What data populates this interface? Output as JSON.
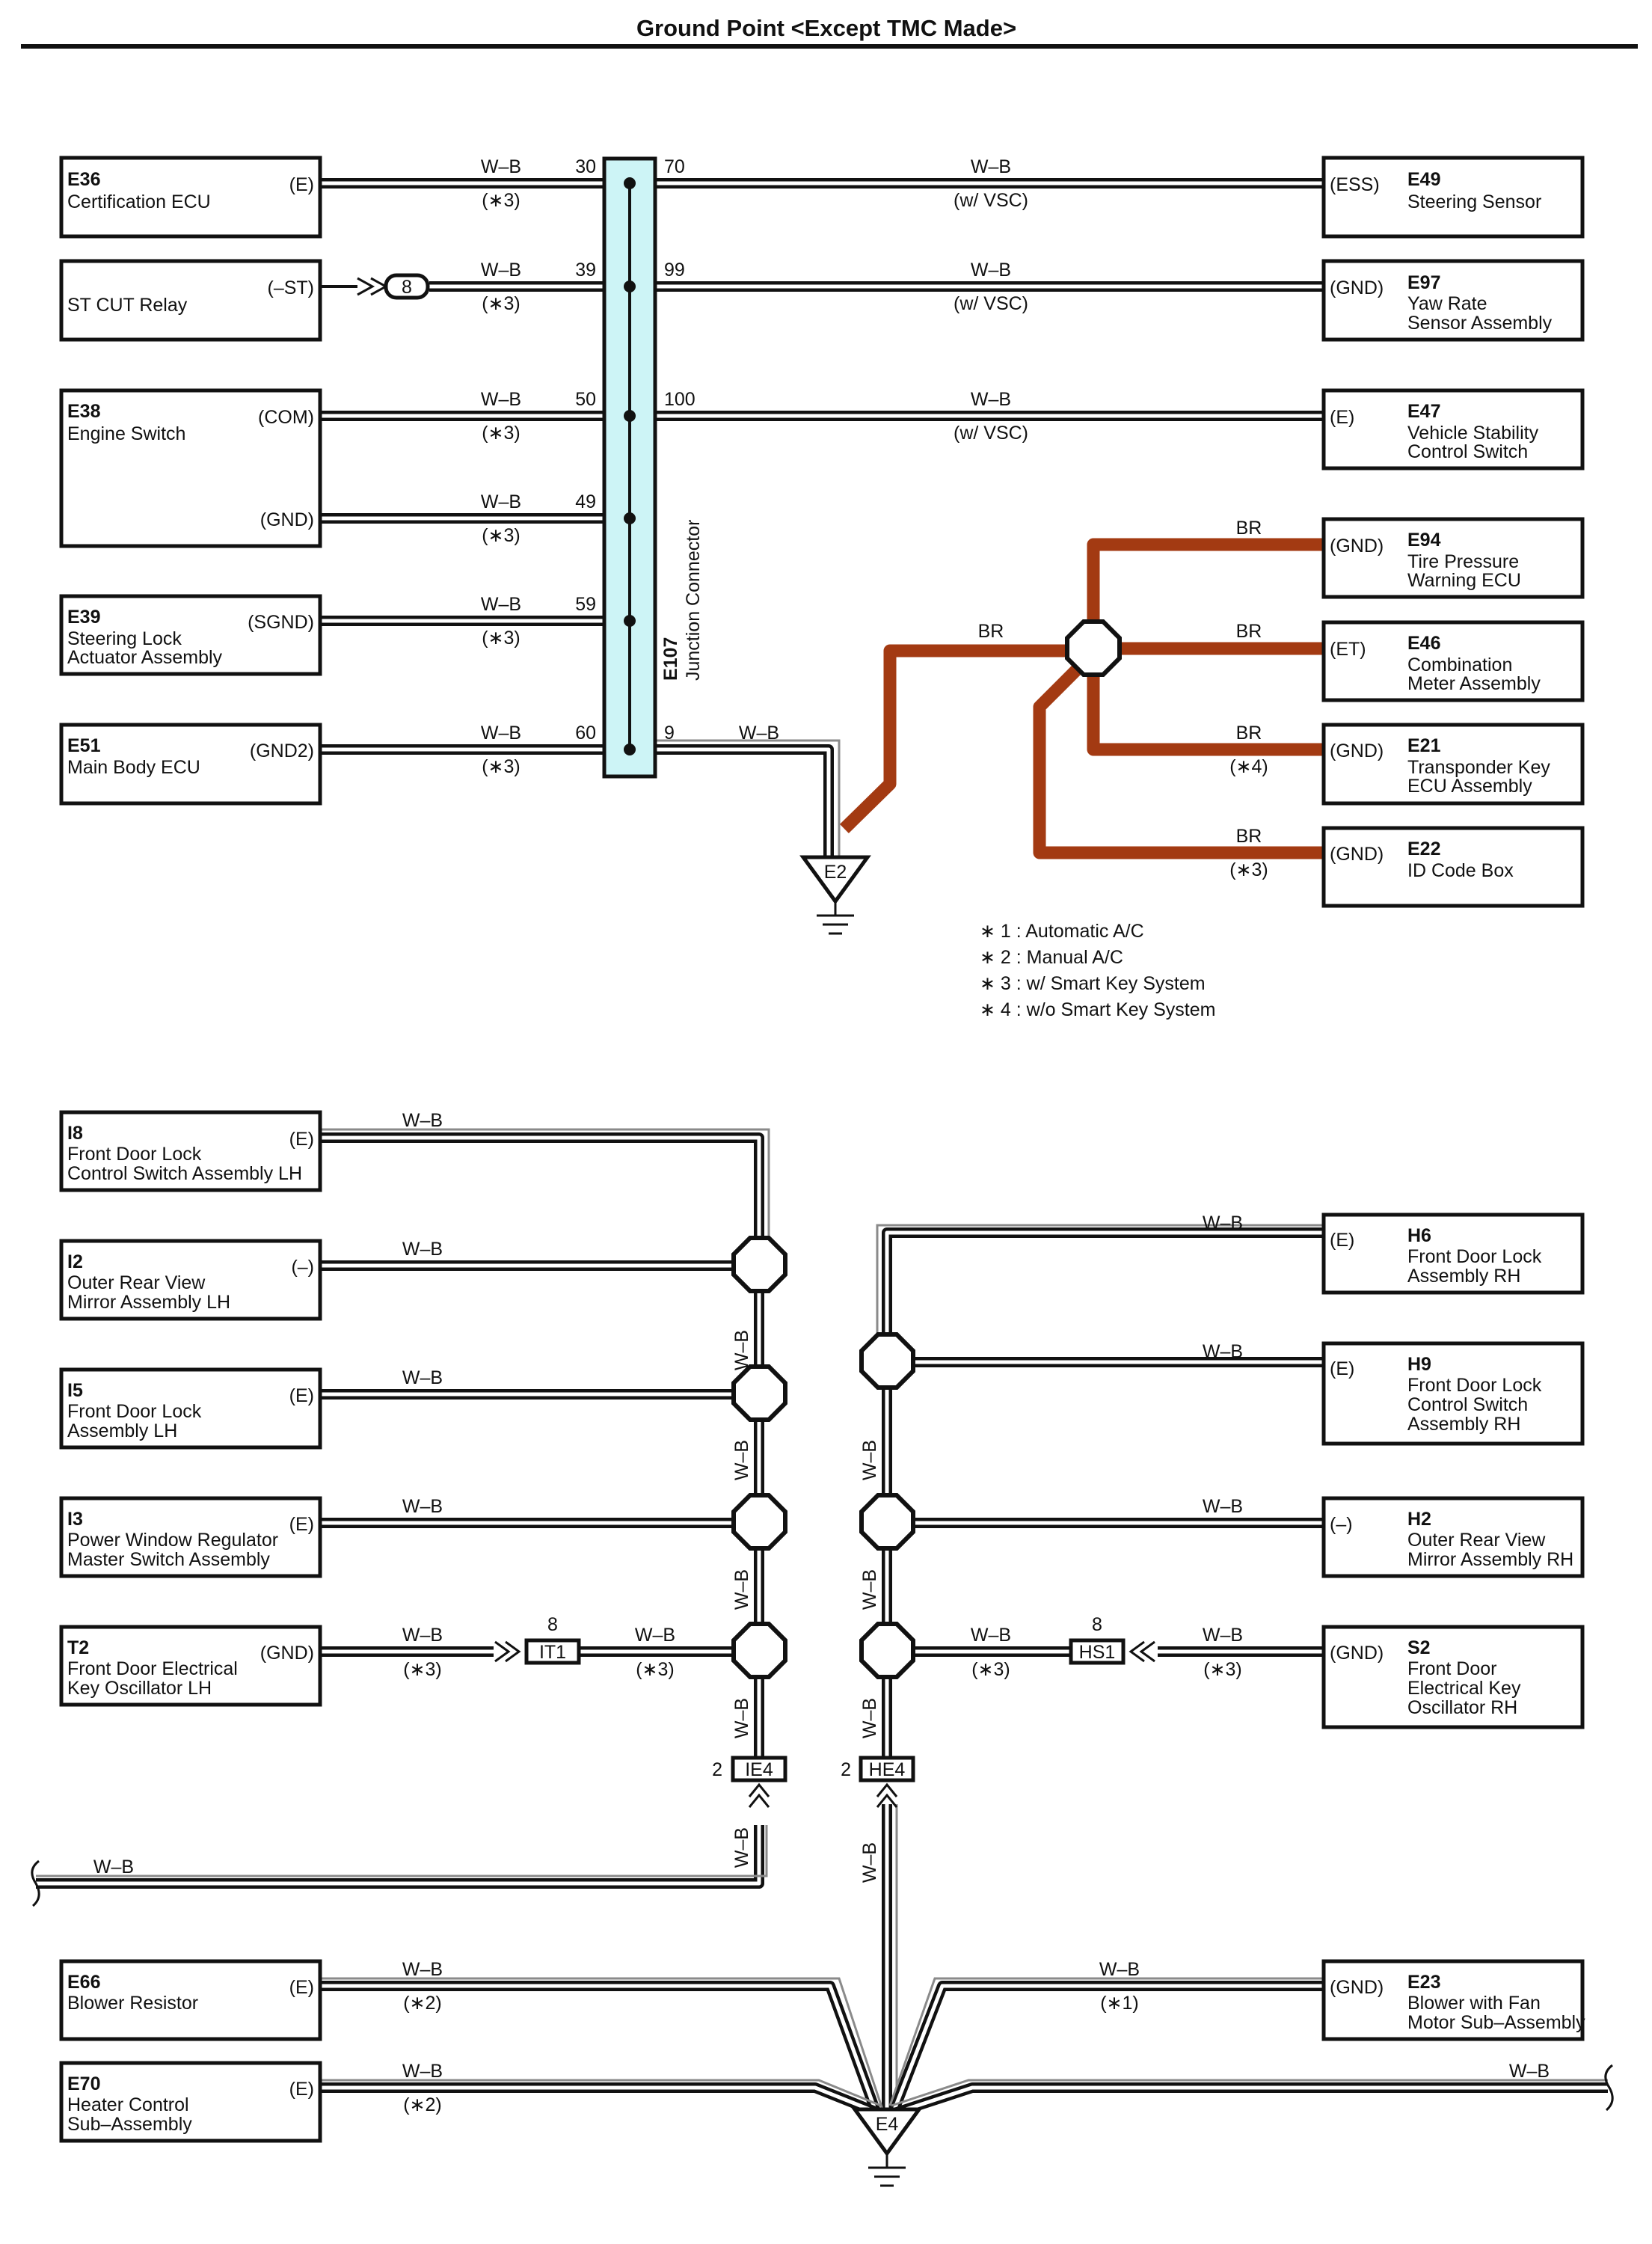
{
  "title": "Ground Point <Except TMC Made>",
  "wire_color_wb": "W–B",
  "wire_color_br": "BR",
  "colors": {
    "br_wire": "#a33a12",
    "junction_fill": "#cdf4f6",
    "ink": "#111111"
  },
  "junction_connector": {
    "code": "E107",
    "name": "Junction Connector"
  },
  "top_left_components": [
    {
      "code": "E36",
      "name": [
        "Certification ECU"
      ],
      "terminal": "(E)",
      "pin": "30",
      "note": "(∗3)"
    },
    {
      "code": "",
      "name": [
        "ST CUT Relay"
      ],
      "terminal": "(–ST)",
      "pin": "39",
      "note": "(∗3)",
      "connector": "8"
    },
    {
      "code": "E38",
      "name": [
        "Engine Switch"
      ],
      "terminal": "(COM)",
      "pin": "50",
      "note": "(∗3)"
    },
    {
      "code": "",
      "name": [],
      "terminal": "(GND)",
      "pin": "49",
      "note": "(∗3)"
    },
    {
      "code": "E39",
      "name": [
        "Steering Lock",
        "Actuator Assembly"
      ],
      "terminal": "(SGND)",
      "pin": "59",
      "note": "(∗3)"
    },
    {
      "code": "E51",
      "name": [
        "Main Body ECU"
      ],
      "terminal": "(GND2)",
      "pin": "60",
      "note": "(∗3)"
    }
  ],
  "top_right_components": [
    {
      "code": "E49",
      "name": [
        "Steering Sensor"
      ],
      "terminal": "(ESS)",
      "pin": "70",
      "note": "(w/ VSC)"
    },
    {
      "code": "E97",
      "name": [
        "Yaw Rate",
        "Sensor Assembly"
      ],
      "terminal": "(GND)",
      "pin": "99",
      "note": "(w/ VSC)"
    },
    {
      "code": "E47",
      "name": [
        "Vehicle Stability",
        "Control Switch"
      ],
      "terminal": "(E)",
      "pin": "100",
      "note": "(w/ VSC)"
    }
  ],
  "pin_to_ground": "9",
  "br_components": [
    {
      "code": "E94",
      "name": [
        "Tire Pressure",
        "Warning ECU"
      ],
      "terminal": "(GND)",
      "note": ""
    },
    {
      "code": "E46",
      "name": [
        "Combination",
        "Meter Assembly"
      ],
      "terminal": "(ET)",
      "note": ""
    },
    {
      "code": "E21",
      "name": [
        "Transponder Key",
        "ECU Assembly"
      ],
      "terminal": "(GND)",
      "note": "(∗4)"
    },
    {
      "code": "E22",
      "name": [
        "ID Code Box"
      ],
      "terminal": "(GND)",
      "note": "(∗3)"
    }
  ],
  "ground_top": "E2",
  "ground_bottom": "E4",
  "notes": [
    "∗ 1 : Automatic A/C",
    "∗ 2 : Manual A/C",
    "∗ 3 : w/ Smart Key System",
    "∗ 4 : w/o Smart Key System"
  ],
  "bottom_left_components": [
    {
      "code": "I8",
      "name": [
        "Front Door Lock",
        "Control Switch Assembly LH"
      ],
      "terminal": "(E)"
    },
    {
      "code": "I2",
      "name": [
        "Outer Rear View",
        "Mirror Assembly LH"
      ],
      "terminal": "(–)"
    },
    {
      "code": "I5",
      "name": [
        "Front Door Lock",
        "Assembly LH"
      ],
      "terminal": "(E)"
    },
    {
      "code": "I3",
      "name": [
        "Power Window Regulator",
        "Master Switch Assembly"
      ],
      "terminal": "(E)"
    },
    {
      "code": "T2",
      "name": [
        "Front Door Electrical",
        "Key Oscillator LH"
      ],
      "terminal": "(GND)",
      "note": "(∗3)"
    }
  ],
  "bottom_right_components": [
    {
      "code": "H6",
      "name": [
        "Front Door Lock",
        "Assembly RH"
      ],
      "terminal": "(E)"
    },
    {
      "code": "H9",
      "name": [
        "Front Door Lock",
        "Control Switch",
        "Assembly RH"
      ],
      "terminal": "(E)"
    },
    {
      "code": "H2",
      "name": [
        "Outer Rear View",
        "Mirror Assembly RH"
      ],
      "terminal": "(–)"
    },
    {
      "code": "S2",
      "name": [
        "Front Door",
        "Electrical Key",
        "Oscillator RH"
      ],
      "terminal": "(GND)",
      "note": "(∗3)"
    }
  ],
  "connectors": {
    "it1": {
      "label": "IT1",
      "pin": "8"
    },
    "hs1": {
      "label": "HS1",
      "pin": "8"
    },
    "ie4": {
      "label": "IE4",
      "pin": "2"
    },
    "he4": {
      "label": "HE4",
      "pin": "2"
    }
  },
  "lower_components": [
    {
      "code": "E66",
      "name": [
        "Blower Resistor"
      ],
      "terminal": "(E)",
      "note": "(∗2)"
    },
    {
      "code": "E70",
      "name": [
        "Heater Control",
        "Sub–Assembly"
      ],
      "terminal": "(E)",
      "note": "(∗2)"
    },
    {
      "code": "E23",
      "name": [
        "Blower with Fan",
        "Motor Sub–Assembly"
      ],
      "terminal": "(GND)",
      "note": "(∗1)"
    }
  ]
}
